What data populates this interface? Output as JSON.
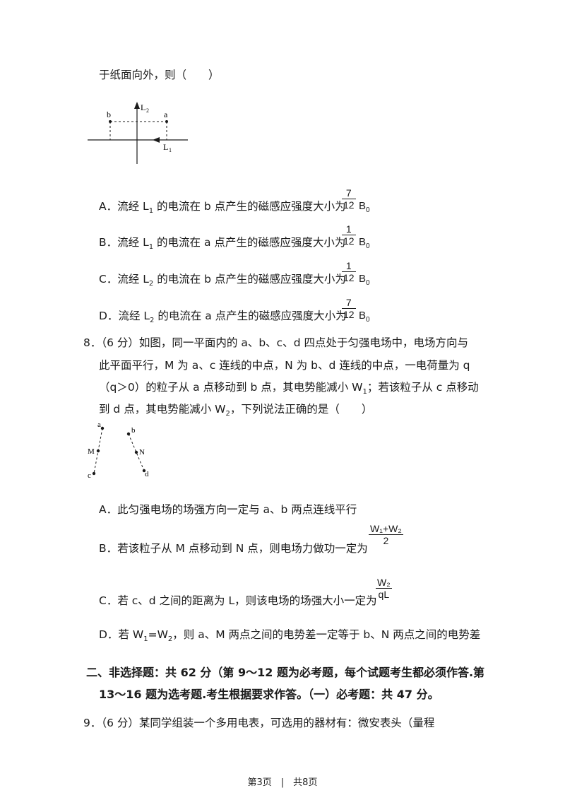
{
  "q7": {
    "stem_end": "于纸面向外，则（　　）",
    "figure": {
      "label_L2": "L",
      "label_L2_sub": "2",
      "label_L1": "L",
      "label_L1_sub": "1",
      "label_a": "a",
      "label_b": "b"
    },
    "options": [
      {
        "letter": "A．",
        "pre": "流经 L",
        "sub": "1",
        "post": " 的电流在 b 点产生的磁感应强度大小为",
        "num": "7",
        "den": "12",
        "unit": "B",
        "unit_sub": "0"
      },
      {
        "letter": "B．",
        "pre": "流经 L",
        "sub": "1",
        "post": " 的电流在 a 点产生的磁感应强度大小为",
        "num": "1",
        "den": "12",
        "unit": "B",
        "unit_sub": "0"
      },
      {
        "letter": "C．",
        "pre": "流经 L",
        "sub": "2",
        "post": " 的电流在 b 点产生的磁感应强度大小为",
        "num": "1",
        "den": "12",
        "unit": "B",
        "unit_sub": "0"
      },
      {
        "letter": "D．",
        "pre": "流经 L",
        "sub": "2",
        "post": " 的电流在 a 点产生的磁感应强度大小为",
        "num": "7",
        "den": "12",
        "unit": "B",
        "unit_sub": "0"
      }
    ]
  },
  "q8": {
    "lines": [
      "8．（6 分）如图，同一平面内的 a、b、c、d 四点处于匀强电场中，电场方向与",
      "此平面平行，M 为 a、c 连线的中点，N 为 b、d 连线的中点，一电荷量为 q",
      "（q＞0）的粒子从 a 点移动到 b 点，其电势能减小 W",
      "到 d 点，其电势能减小 W"
    ],
    "line3_sub": "1",
    "line3_tail": "；若该粒子从 c 点移动",
    "line4_sub": "2",
    "line4_tail": "，下列说法正确的是（　　）",
    "figure": {
      "a": "a",
      "b": "b",
      "c": "c",
      "d": "d",
      "M": "M",
      "N": "N"
    },
    "optA": "A．此匀强电场的场强方向一定与 a、b 两点连线平行",
    "optB": "B．若该粒子从 M 点移动到 N 点，则电场力做功一定为",
    "optB_num": "W₁+W₂",
    "optB_den": "2",
    "optC": "C．若 c、d 之间的距离为 L，则该电场的场强大小一定为",
    "optC_num": "W₂",
    "optC_den": "qL",
    "optD_pre": "D．若 W",
    "optD_s1": "1",
    "optD_mid": "=W",
    "optD_s2": "2",
    "optD_post": "，则 a、M 两点之间的电势差一定等于 b、N 两点之间的电势差"
  },
  "section2": {
    "line1": "二、非选择题：共 62 分（第 9～12 题为必考题，每个试题考生都必须作答.第",
    "line2": "13～16 题为选考题.考生根据要求作答。（一）必考题：共 47 分。"
  },
  "q9": {
    "line1": "9．（6 分）某同学组装一个多用电表，可选用的器材有：微安表头（量程"
  },
  "footer": {
    "text": "第3页　|　共8页"
  }
}
